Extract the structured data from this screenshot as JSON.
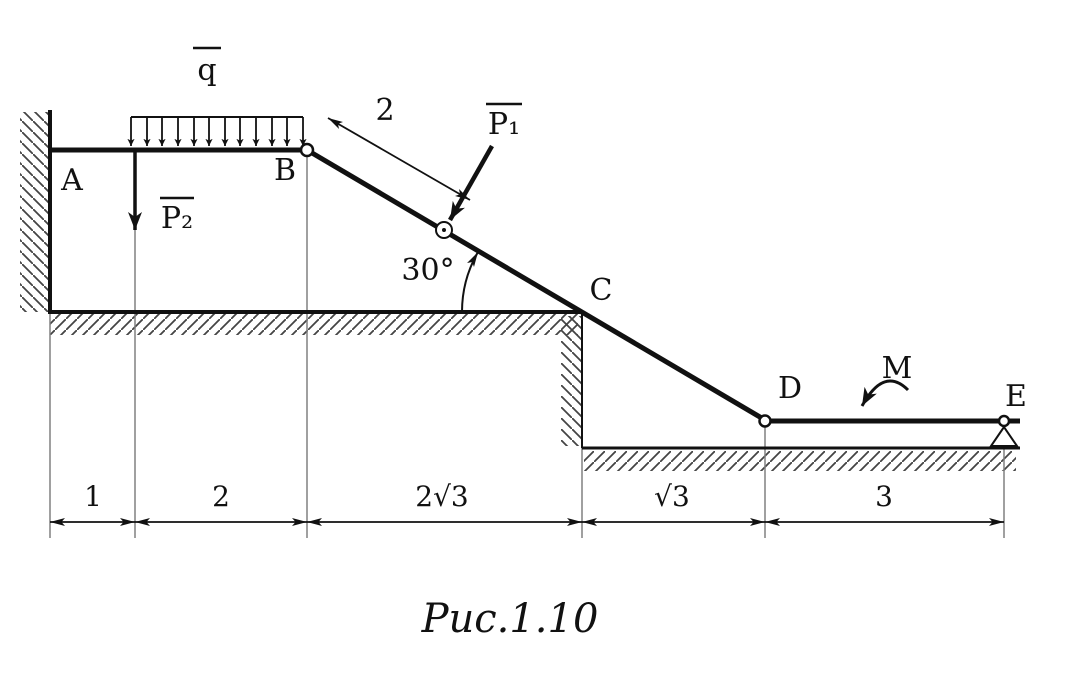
{
  "figure": {
    "caption": "Рис.1.10",
    "points": {
      "a": "A",
      "b": "B",
      "c": "C",
      "d": "D",
      "e": "E"
    },
    "loads": {
      "distributed": "q",
      "force1": "P₁",
      "force2": "P₂",
      "moment": "M"
    },
    "angle": "30°",
    "incline_segment": "2",
    "dimensions": {
      "wall_to_p2": "1",
      "p2_to_b": "2",
      "b_to_c": "2√3",
      "c_to_d": "√3",
      "d_to_e": "3"
    },
    "colors": {
      "ink": "#111111",
      "muted_line": "#808080",
      "hatch": "#444444"
    }
  }
}
